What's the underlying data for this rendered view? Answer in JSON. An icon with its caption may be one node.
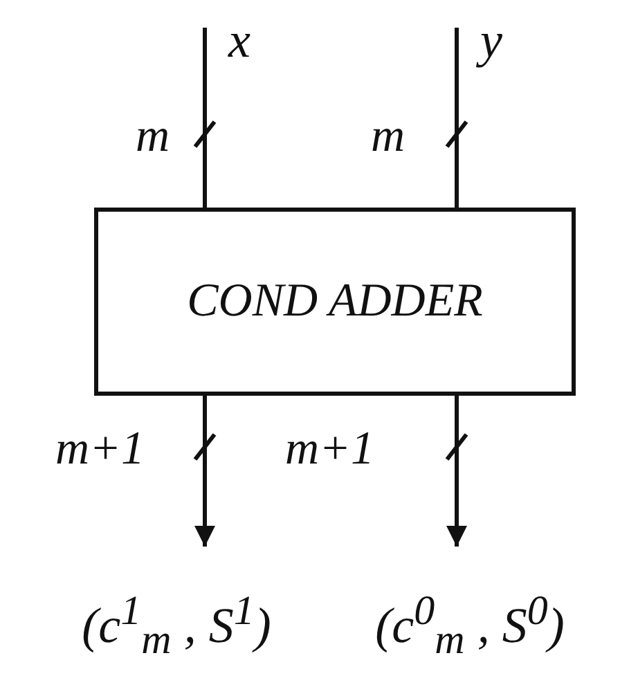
{
  "diagram": {
    "nodes": [
      {
        "text": [
          "x"
        ]
      },
      {
        "text": [
          "y"
        ]
      },
      {
        "text": [
          "COND ADDER"
        ]
      },
      {
        "text": [
          "(c$^{1}$$_{m}$ , S$^{1}$)"
        ]
      },
      {
        "text": [
          "(c$^{0}$$_{m}$ , S$^{0}$)"
        ]
      }
    ],
    "edges": [
      {
        "from": 0,
        "to": 2,
        "arrow": "none",
        "label": "m"
      },
      {
        "from": 1,
        "to": 2,
        "arrow": "none",
        "label": "m"
      },
      {
        "from": 2,
        "to": 3,
        "arrow": "to",
        "label": "m+1"
      },
      {
        "from": 2,
        "to": 4,
        "arrow": "to",
        "label": "m+1"
      }
    ]
  }
}
